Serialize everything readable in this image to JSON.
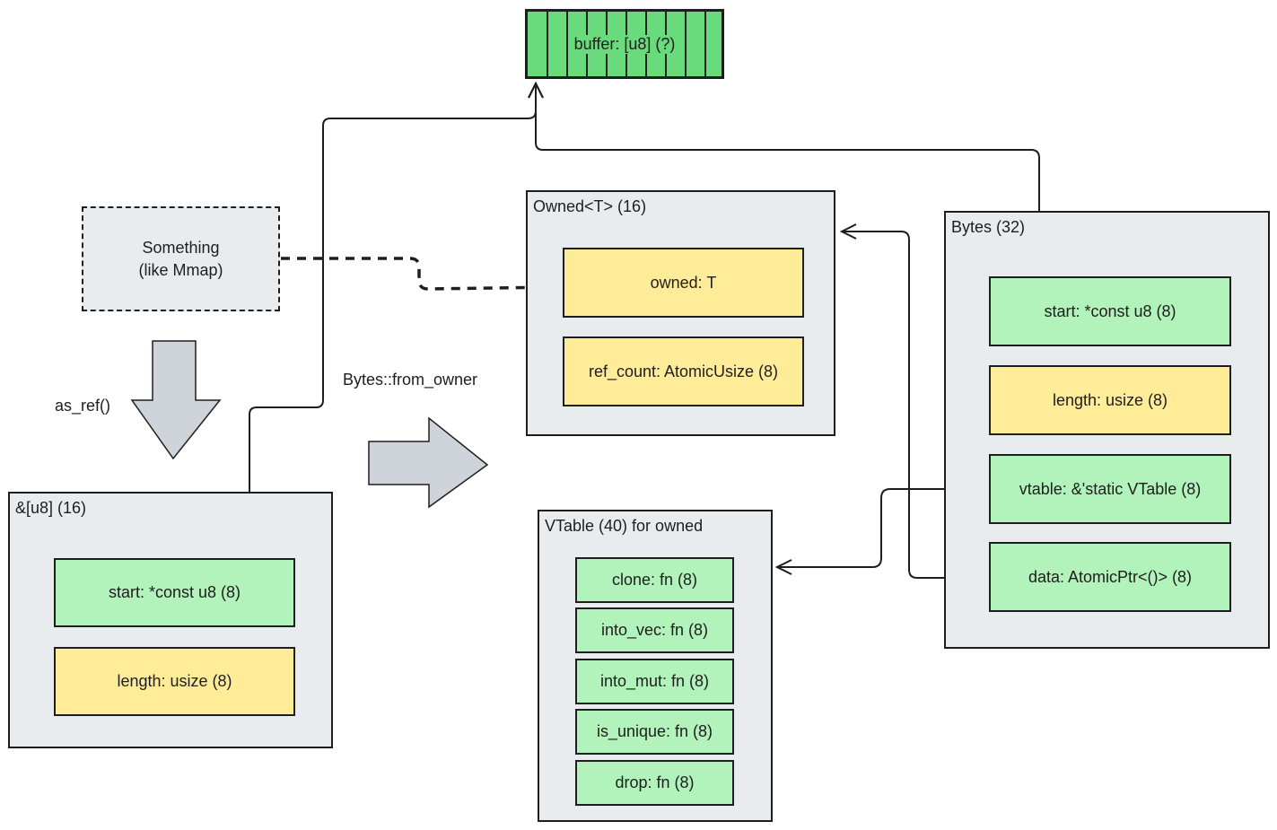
{
  "buffer": {
    "label": "buffer: [u8] (?)"
  },
  "something": {
    "line1": "Something",
    "line2": "(like Mmap)"
  },
  "labels": {
    "as_ref": "as_ref()",
    "from_owner": "Bytes::from_owner"
  },
  "slice_frame": {
    "title": "&[u8] (16)",
    "fields": [
      {
        "label": "start: *const u8 (8)",
        "color": "#b2f2bb"
      },
      {
        "label": "length: usize (8)",
        "color": "#ffec99"
      }
    ]
  },
  "owned_frame": {
    "title": "Owned<T> (16)",
    "fields": [
      {
        "label": "owned: T",
        "color": "#ffec99"
      },
      {
        "label": "ref_count: AtomicUsize (8)",
        "color": "#ffec99"
      }
    ]
  },
  "bytes_frame": {
    "title": "Bytes (32)",
    "fields": [
      {
        "label": "start: *const u8 (8)",
        "color": "#b2f2bb"
      },
      {
        "label": "length: usize (8)",
        "color": "#ffec99"
      },
      {
        "label": "vtable: &'static VTable (8)",
        "color": "#b2f2bb"
      },
      {
        "label": "data: AtomicPtr<()> (8)",
        "color": "#b2f2bb"
      }
    ]
  },
  "vtable_frame": {
    "title": "VTable (40) for owned",
    "fields": [
      {
        "label": "clone: fn (8)",
        "color": "#b2f2bb"
      },
      {
        "label": "into_vec: fn (8)",
        "color": "#b2f2bb"
      },
      {
        "label": "into_mut: fn (8)",
        "color": "#b2f2bb"
      },
      {
        "label": "is_unique: fn (8)",
        "color": "#b2f2bb"
      },
      {
        "label": "drop: fn (8)",
        "color": "#b2f2bb"
      }
    ]
  }
}
